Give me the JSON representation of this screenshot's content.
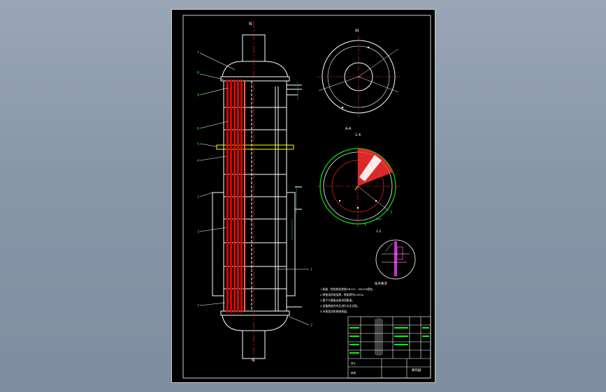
{
  "drawing": {
    "nozzle_top_label": "N",
    "nozzle_bottom_label": "N′",
    "top_view_label": "M",
    "section_title": "A-A",
    "section_subtitle": "1:4",
    "detail_title": "I",
    "detail_subtitle": "1:2",
    "callouts_left": [
      "1",
      "8",
      "9",
      "6",
      "5",
      "4",
      "2",
      "3",
      "7"
    ],
    "callouts_right": [
      "1",
      "2",
      "3"
    ],
    "notes_heading": "技术要求",
    "notes": [
      "1.制造、检验和验收按GB151、GB150规定。",
      "2.焊接采用电弧焊，焊条牌号E4303。",
      "3.管子与管板连接采用胀接。",
      "4.设备制造完毕后进行水压试验。",
      "5.外表面涂防锈漆两道。"
    ],
    "title_block": {
      "drawing_title": "换热器",
      "designer": "设计",
      "checker": "审核"
    }
  },
  "colors": {
    "background": "#000000",
    "line": "#ffffff",
    "centerline": "#ff2020",
    "tubes": "#e00000",
    "ring": "#00d000",
    "callout": "#00ff00",
    "dimension": "#00cccc",
    "magenta": "#ff40ff",
    "yellow": "#ffff00"
  }
}
